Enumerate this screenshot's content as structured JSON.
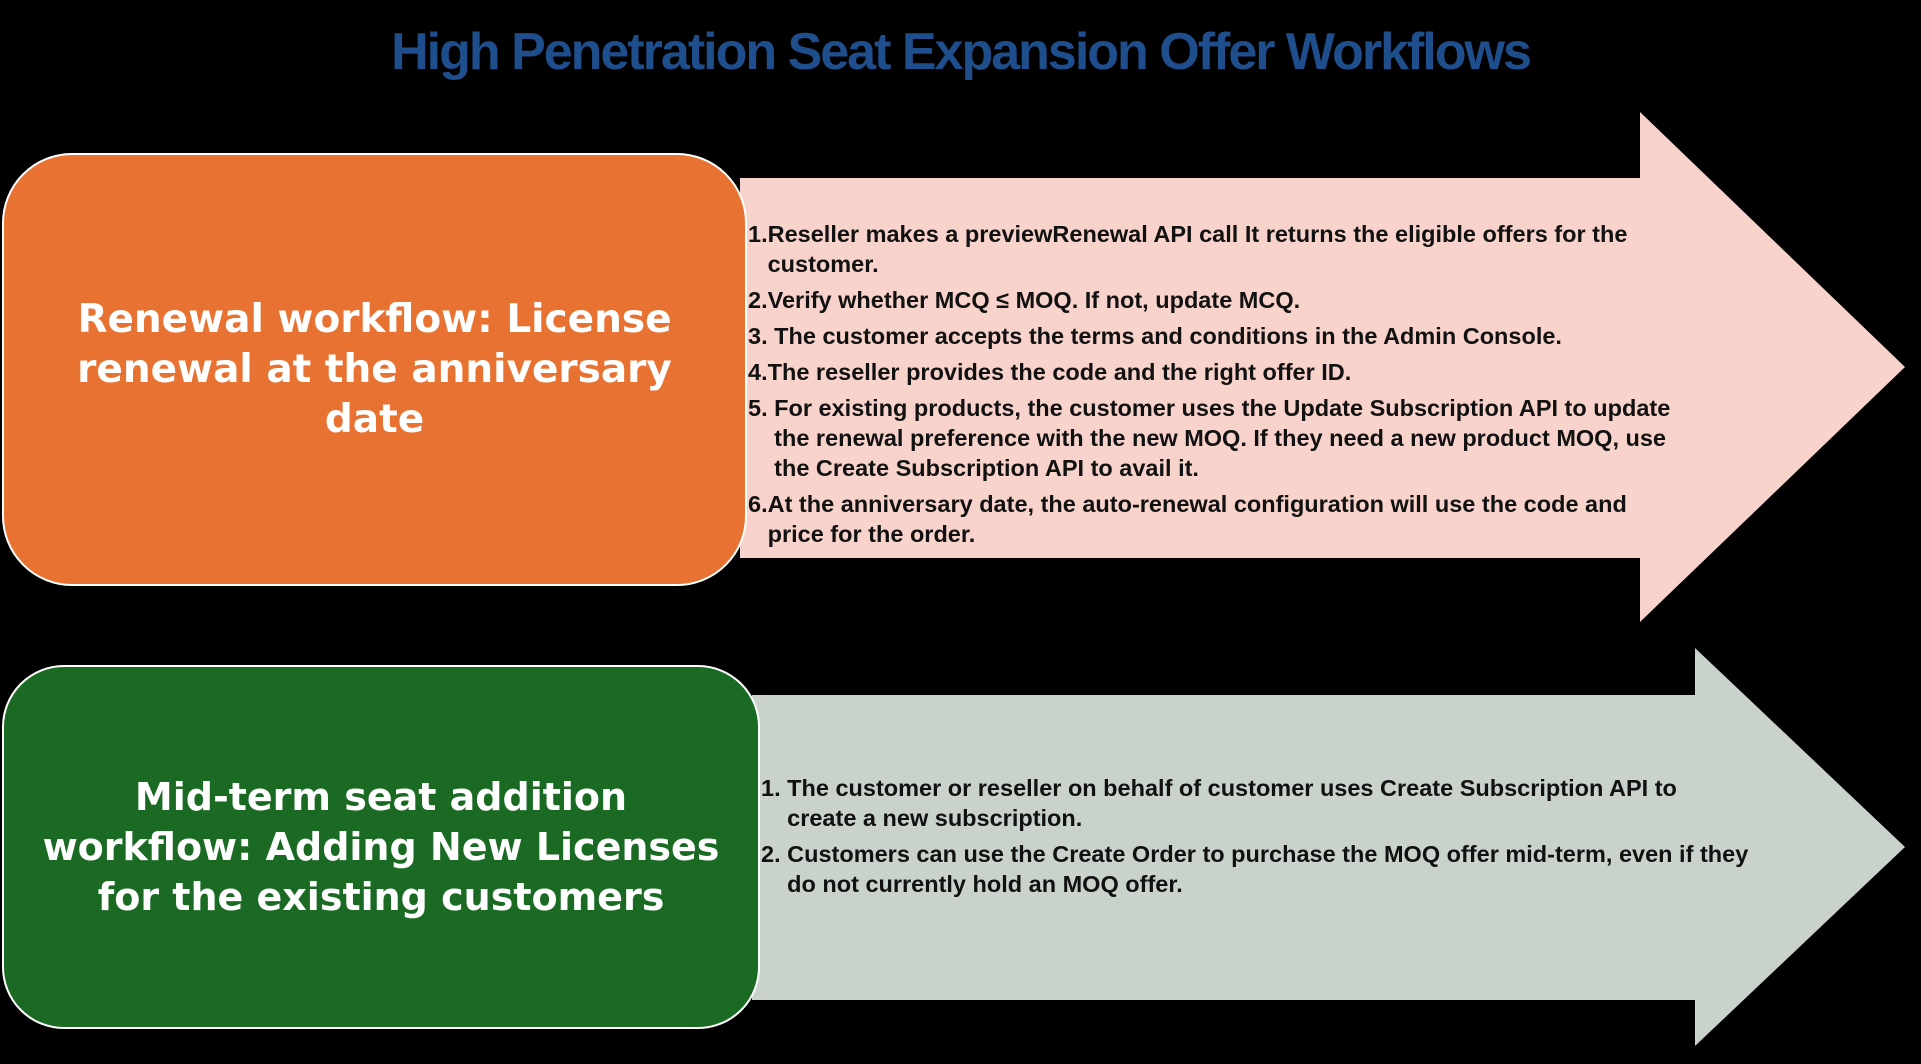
{
  "title": "High Penetration Seat Expansion Offer Workflows",
  "colors": {
    "background": "#000000",
    "title": "#1f4e8c",
    "renewal_box": "#e87232",
    "renewal_arrow": "#f8d3cb",
    "midterm_box": "#1b6a24",
    "midterm_arrow": "#c9d3cb",
    "step_text": "#111111"
  },
  "workflows": [
    {
      "label": "Renewal workflow: License renewal at the anniversary date",
      "steps": [
        {
          "number": "1.",
          "text": "Reseller makes a previewRenewal API call It returns the eligible offers for the customer."
        },
        {
          "number": "2.",
          "text": "Verify whether MCQ ≤ MOQ. If not, update MCQ."
        },
        {
          "number": "3. ",
          "text": "The customer accepts the terms and conditions in the Admin Console."
        },
        {
          "number": "4.",
          "text": "The reseller provides the code and the right offer ID."
        },
        {
          "number": "5. ",
          "text": "For existing products, the customer uses the Update Subscription API to update the renewal preference with the new MOQ. If they need a new product MOQ, use the Create Subscription API to avail it."
        },
        {
          "number": "6.",
          "text": "At the anniversary date, the auto-renewal configuration will use the code and price for the order."
        }
      ]
    },
    {
      "label": "Mid-term seat addition workflow: Adding New Licenses for the existing customers",
      "steps": [
        {
          "number": "1. ",
          "text": "The customer or reseller on behalf of customer uses Create Subscription API to create a new subscription."
        },
        {
          "number": "2. ",
          "text": "Customers can use the Create Order to purchase the MOQ offer mid-term, even if they do not currently hold an MOQ offer."
        }
      ]
    }
  ]
}
